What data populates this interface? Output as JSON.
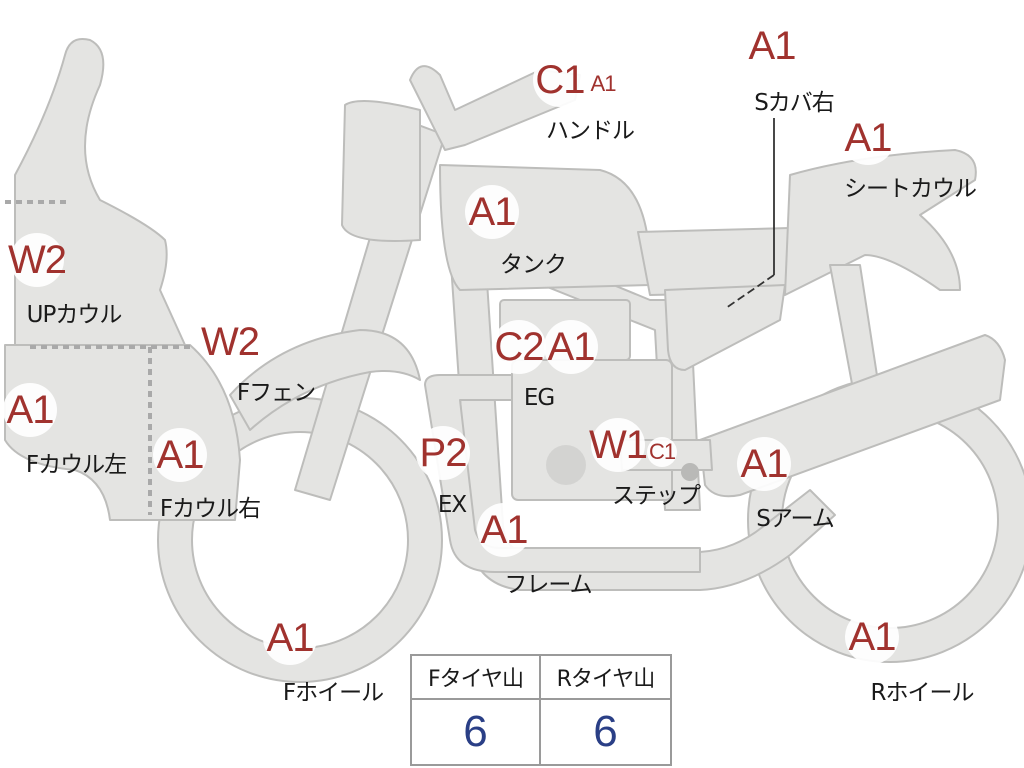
{
  "colors": {
    "body_fill": "#e4e4e2",
    "body_stroke": "#bdbdbb",
    "grade_text": "#a0322e",
    "value_text": "#2a3f86"
  },
  "parts": [
    {
      "id": "handle",
      "grade": "C1",
      "sub_grade": "A1",
      "label": "ハンドル"
    },
    {
      "id": "s-cover-right",
      "grade": "A1",
      "label": "Sカバ右"
    },
    {
      "id": "seat-cowl",
      "grade": "A1",
      "label": "シートカウル"
    },
    {
      "id": "tank",
      "grade": "A1",
      "label": "タンク"
    },
    {
      "id": "up-cowl",
      "grade": "W2",
      "label": "UPカウル"
    },
    {
      "id": "f-fender",
      "grade": "W2",
      "label": "Fフェン"
    },
    {
      "id": "engine",
      "grade": "C2",
      "sub_grade": "A1",
      "label": "EG"
    },
    {
      "id": "f-cowl-left",
      "grade": "A1",
      "label": "Fカウル左"
    },
    {
      "id": "f-cowl-right",
      "grade": "A1",
      "label": "Fカウル右"
    },
    {
      "id": "exhaust",
      "grade": "P2",
      "label": "EX"
    },
    {
      "id": "step",
      "grade": "W1",
      "sub_grade": "C1",
      "label": "ステップ"
    },
    {
      "id": "swing-arm",
      "grade": "A1",
      "label": "Sアーム"
    },
    {
      "id": "frame",
      "grade": "A1",
      "label": "フレーム"
    },
    {
      "id": "f-wheel",
      "grade": "A1",
      "label": "Fホイール"
    },
    {
      "id": "r-wheel",
      "grade": "A1",
      "label": "Rホイール"
    }
  ],
  "tread_table": {
    "front_header": "Fタイヤ山",
    "rear_header": "Rタイヤ山",
    "front_value": "6",
    "rear_value": "6"
  }
}
